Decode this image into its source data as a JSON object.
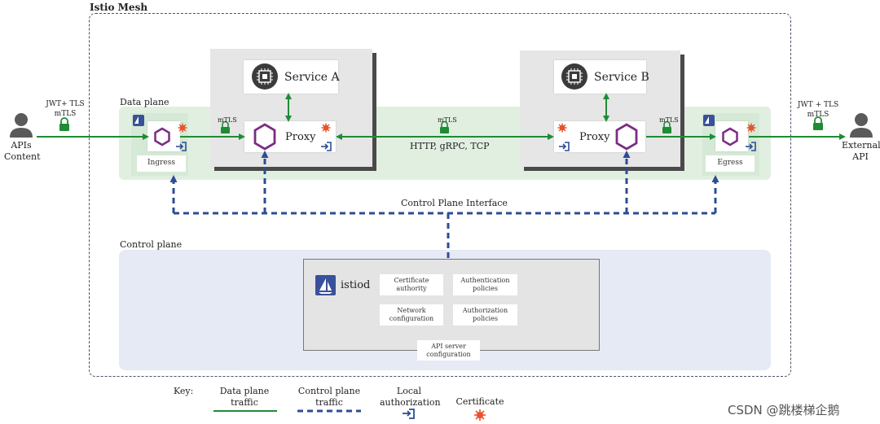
{
  "mesh": {
    "title": "Istio Mesh"
  },
  "data_plane": {
    "label": "Data plane"
  },
  "control_plane": {
    "label": "Control plane"
  },
  "left_user": {
    "label_line1": "APIs",
    "label_line2": "Content",
    "auth_line1": "JWT+ TLS",
    "auth_line2": "mTLS"
  },
  "right_user": {
    "label_line1": "External",
    "label_line2": "API",
    "auth_line1": "JWT + TLS",
    "auth_line2": "mTLS"
  },
  "ingress": {
    "label": "Ingress"
  },
  "egress": {
    "label": "Egress"
  },
  "service_a": {
    "label": "Service A",
    "proxy_label": "Proxy",
    "mtls": "mTLS"
  },
  "service_b": {
    "label": "Service B",
    "proxy_label": "Proxy",
    "mtls": "mTLS"
  },
  "center_link": {
    "mtls": "mTLS",
    "protocols": "HTTP, gRPC, TCP"
  },
  "cp_interface": {
    "label": "Control Plane Interface"
  },
  "istiod": {
    "name": "istiod",
    "chips": [
      {
        "line1": "Certificate",
        "line2": "authority"
      },
      {
        "line1": "Authentication",
        "line2": "policies"
      },
      {
        "line1": "Network",
        "line2": "configuration"
      },
      {
        "line1": "Authorization",
        "line2": "policies"
      }
    ],
    "api_server": {
      "line1": "API server",
      "line2": "configuration"
    }
  },
  "key": {
    "label": "Key:",
    "data_plane": {
      "line1": "Data plane",
      "line2": "traffic"
    },
    "control_plane": {
      "line1": "Control plane",
      "line2": "traffic"
    },
    "local_auth": {
      "line1": "Local",
      "line2": "authorization"
    },
    "certificate": "Certificate"
  },
  "watermark": "CSDN @跳楼梯企鹅",
  "colors": {
    "green": "#1e8c35",
    "blue": "#2c4c96",
    "purple": "#7b2d83",
    "orange": "#e6542c",
    "navy": "#39509a"
  }
}
